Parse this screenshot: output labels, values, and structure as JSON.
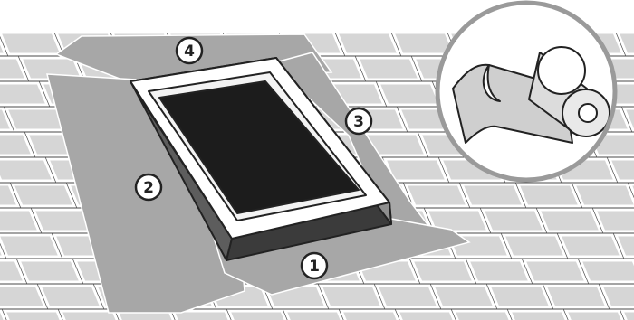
{
  "diagram": {
    "markers": [
      {
        "id": "1",
        "label": "1"
      },
      {
        "id": "2",
        "label": "2"
      },
      {
        "id": "3",
        "label": "3"
      },
      {
        "id": "4",
        "label": "4"
      }
    ],
    "inset_icon": "membrane-roll-icon",
    "window_icon": "skylight-frame-icon"
  },
  "colors": {
    "background": "#ffffff",
    "roof_underlay": "#4a4a4a",
    "shingle": "#d6d6d6",
    "membrane": "#a7a7a7",
    "frame_side": "#3b3b3b",
    "frame_top": "#ffffff",
    "glass": "#1c1c1c",
    "outline": "#222222"
  }
}
